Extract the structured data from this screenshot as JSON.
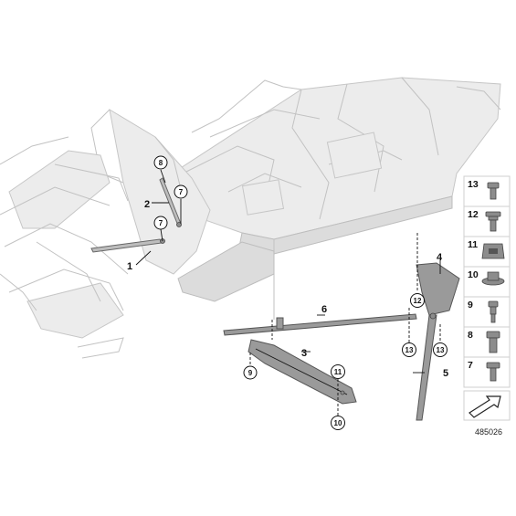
{
  "callouts": {
    "c1": "1",
    "c2": "2",
    "c3": "3",
    "c4": "4",
    "c5": "5",
    "c6": "6",
    "c7a": "7",
    "c7b": "7",
    "c8": "8",
    "c9": "9",
    "c10": "10",
    "c11": "11",
    "c12": "12",
    "c13a": "13",
    "c13b": "13"
  },
  "legend": [
    {
      "num": "13",
      "icon": "torx-bolt-icon"
    },
    {
      "num": "12",
      "icon": "flange-bolt-icon"
    },
    {
      "num": "11",
      "icon": "clip-nut-icon"
    },
    {
      "num": "10",
      "icon": "collar-nut-icon"
    },
    {
      "num": "9",
      "icon": "shoulder-bolt-icon"
    },
    {
      "num": "8",
      "icon": "hex-bolt-icon"
    },
    {
      "num": "7",
      "icon": "short-bolt-icon"
    }
  ],
  "arrow_icon": "direction-arrow-icon",
  "ref_number": "485026"
}
